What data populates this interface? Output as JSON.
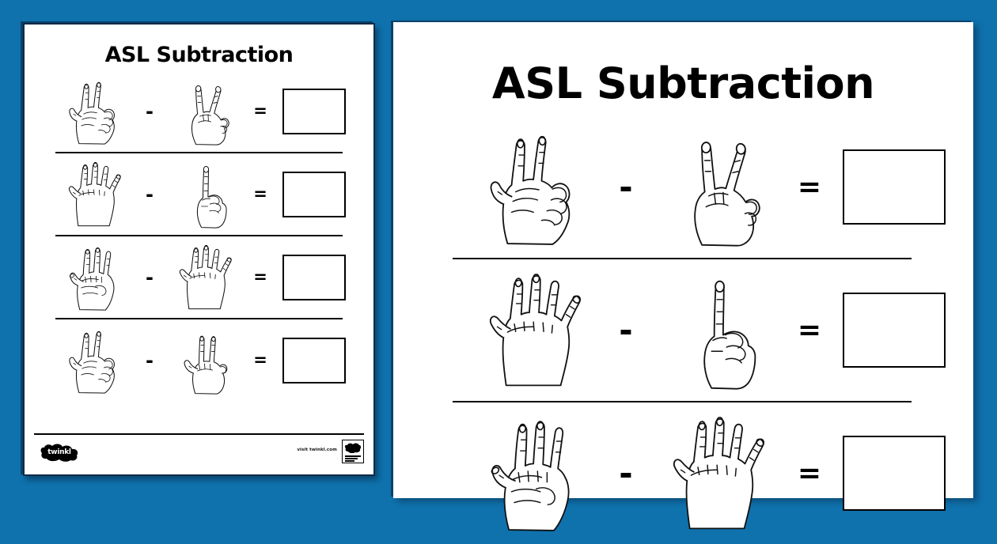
{
  "background_color": "#0f72ad",
  "worksheet": {
    "title": "ASL Subtraction",
    "minus_symbol": "-",
    "equals_symbol": "=",
    "problems": [
      {
        "left_hand": "asl-hand-3",
        "left_value": 3,
        "right_hand": "asl-hand-2",
        "right_value": 2,
        "answer": ""
      },
      {
        "left_hand": "asl-hand-5",
        "left_value": 5,
        "right_hand": "asl-hand-1",
        "right_value": 1,
        "answer": ""
      },
      {
        "left_hand": "asl-hand-4",
        "left_value": 4,
        "right_hand": "asl-hand-5",
        "right_value": 5,
        "answer": ""
      },
      {
        "left_hand": "asl-hand-3",
        "left_value": 3,
        "right_hand": "asl-hand-3b",
        "right_value": 3,
        "answer": ""
      }
    ]
  },
  "footer": {
    "logo_text": "twinkl",
    "url_text": "visit twinkl.com"
  },
  "panels": {
    "left": {
      "name": "worksheet-thumbnail",
      "rows_visible": 4
    },
    "right": {
      "name": "worksheet-preview",
      "rows_visible": 3
    }
  }
}
